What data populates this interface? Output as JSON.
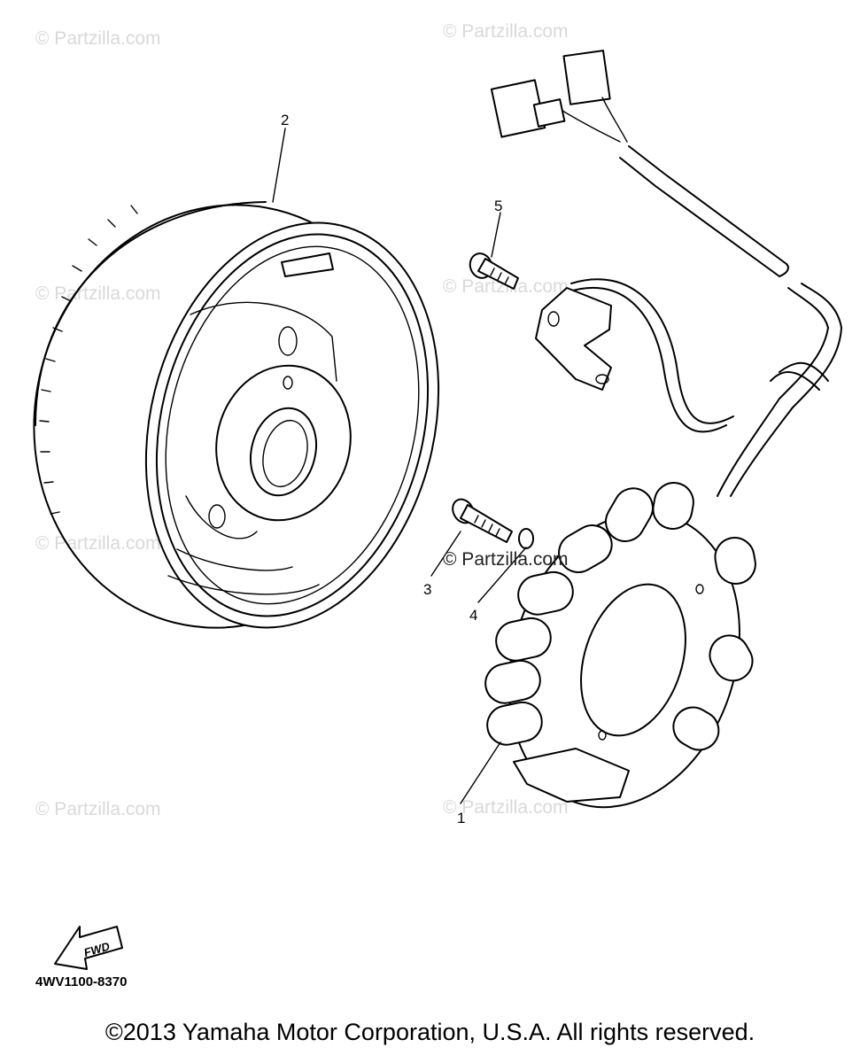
{
  "watermarks": [
    "© Partzilla.com",
    "© Partzilla.com",
    "© Partzilla.com",
    "© Partzilla.com",
    "© Partzilla.com",
    "© Partzilla.com",
    "© Partzilla.com"
  ],
  "watermark_center": "© Partzilla.com",
  "callouts": {
    "part1": "1",
    "part2": "2",
    "part3": "3",
    "part4": "4",
    "part5": "5"
  },
  "fwd_label": "FWD",
  "diagram_code": "4WV1100-8370",
  "copyright": "©2013 Yamaha Motor Corporation, U.S.A. All rights reserved."
}
